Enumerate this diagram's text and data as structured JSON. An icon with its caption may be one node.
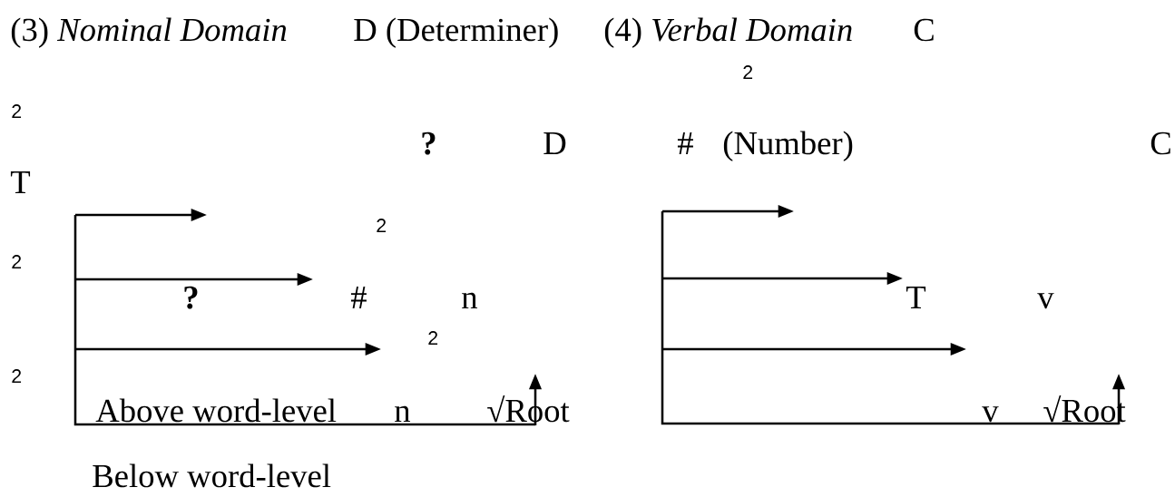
{
  "diagram": {
    "labels": [
      "(3) *Nominal Domain*",
      "D (Determiner)",
      "(4) *Verbal Domain*",
      "C",
      "2",
      "2",
      "?",
      "D",
      "#",
      "(Number)",
      "C",
      "T",
      "2",
      "2",
      "?",
      "#",
      "n",
      "T",
      "v",
      "2",
      "2",
      "Above word-level",
      "n",
      "√Root",
      "v",
      "√Root",
      "Below word-level"
    ]
  }
}
